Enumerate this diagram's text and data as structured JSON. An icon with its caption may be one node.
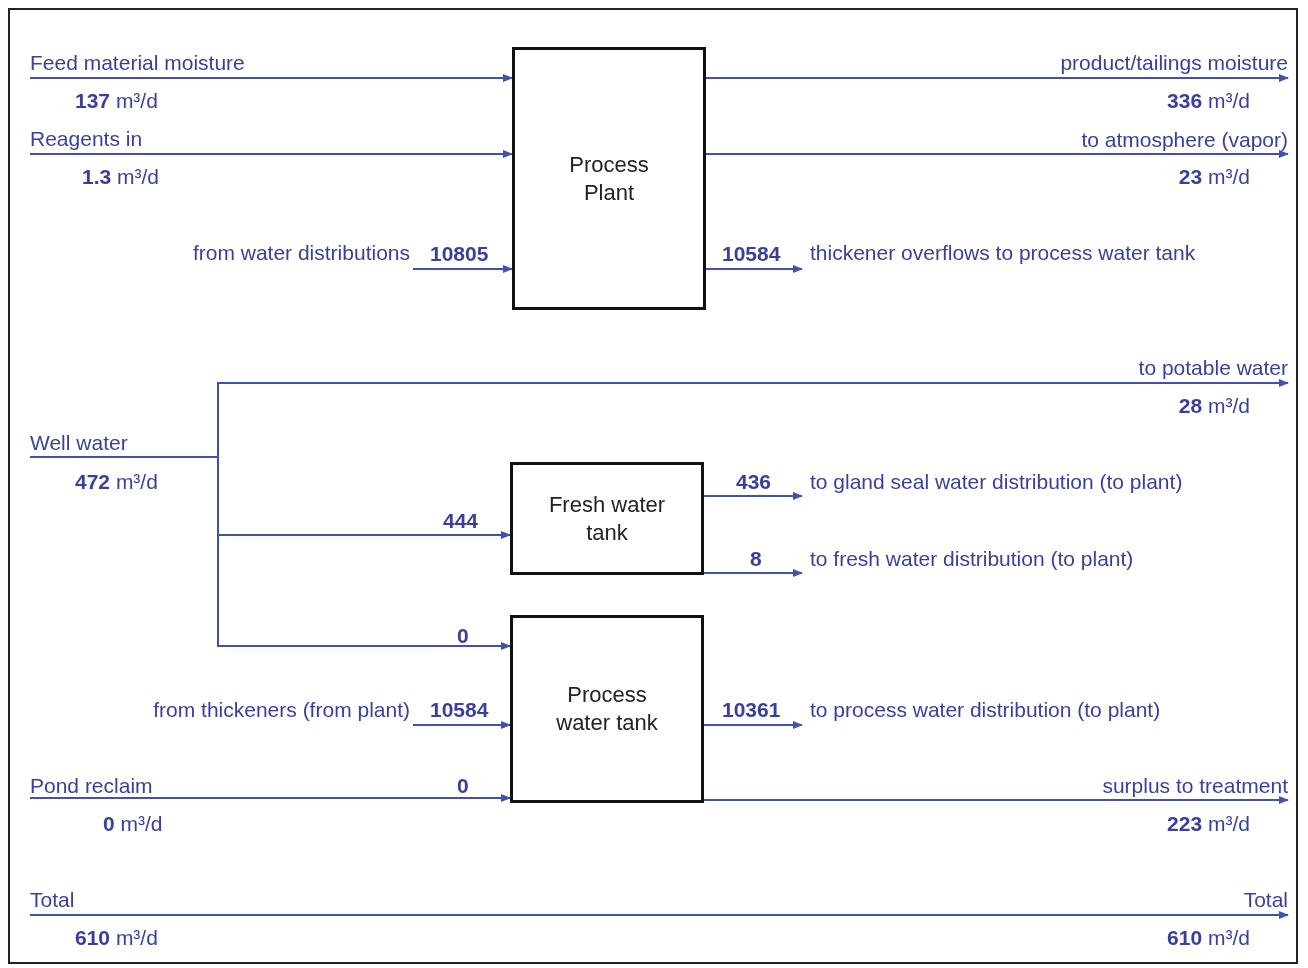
{
  "diagram": {
    "nodes": [
      {
        "text": [
          "Process Plant"
        ]
      },
      {
        "text": [
          "Fresh water tank"
        ]
      },
      {
        "text": [
          "Process water tank"
        ]
      },
      {
        "text": [
          "Feed material moisture"
        ],
        "beside": [
          "**137** m³/d"
        ]
      },
      {
        "text": [
          "Reagents in"
        ],
        "beside": [
          "**1.3** m³/d"
        ]
      },
      {
        "text": [
          "from water distributions"
        ]
      },
      {
        "text": [
          "product/tailings moisture"
        ],
        "beside": [
          "**336** m³/d"
        ]
      },
      {
        "text": [
          "to atmosphere (vapor)"
        ],
        "beside": [
          "**23** m³/d"
        ]
      },
      {
        "text": [
          "thickener overflows to process water tank"
        ]
      },
      {
        "text": [
          "Well water"
        ],
        "beside": [
          "**472** m³/d"
        ]
      },
      {
        "text": [
          "to potable water"
        ],
        "beside": [
          "**28** m³/d"
        ]
      },
      {
        "text": [
          "to gland seal water distribution (to plant)"
        ]
      },
      {
        "text": [
          "to fresh water distribution (to plant)"
        ]
      },
      {
        "text": [
          "from thickeners (from plant)"
        ]
      },
      {
        "text": [
          "to process water distribution (to plant)"
        ]
      },
      {
        "text": [
          "Pond reclaim"
        ],
        "beside": [
          "**0** m³/d"
        ]
      },
      {
        "text": [
          "surplus to treatment"
        ],
        "beside": [
          "**223** m³/d"
        ]
      },
      {
        "text": [
          "Total"
        ],
        "beside": [
          "**610** m³/d"
        ]
      },
      {
        "text": [
          "Total"
        ],
        "beside": [
          "**610** m³/d"
        ]
      }
    ],
    "edges": [
      {
        "from": 3,
        "to": 0,
        "arrow": "to"
      },
      {
        "from": 4,
        "to": 0,
        "arrow": "to"
      },
      {
        "from": 5,
        "to": 0,
        "arrow": "to",
        "label": "10805"
      },
      {
        "from": 0,
        "to": 6,
        "arrow": "to"
      },
      {
        "from": 0,
        "to": 7,
        "arrow": "to"
      },
      {
        "from": 0,
        "to": 8,
        "arrow": "to",
        "label": "10584"
      },
      {
        "from": 9,
        "to": 10,
        "arrow": "to"
      },
      {
        "from": 9,
        "to": 1,
        "arrow": "to",
        "label": "444"
      },
      {
        "from": 9,
        "to": 2,
        "arrow": "to",
        "label": "0"
      },
      {
        "from": 1,
        "to": 11,
        "arrow": "to",
        "label": "436"
      },
      {
        "from": 1,
        "to": 12,
        "arrow": "to",
        "label": "8"
      },
      {
        "from": 13,
        "to": 2,
        "arrow": "to",
        "label": "10584"
      },
      {
        "from": 2,
        "to": 14,
        "arrow": "to",
        "label": "10361"
      },
      {
        "from": 15,
        "to": 2,
        "arrow": "to",
        "label": "0"
      },
      {
        "from": 2,
        "to": 16,
        "arrow": "to"
      },
      {
        "from": 17,
        "to": 18,
        "arrow": "to"
      }
    ]
  }
}
